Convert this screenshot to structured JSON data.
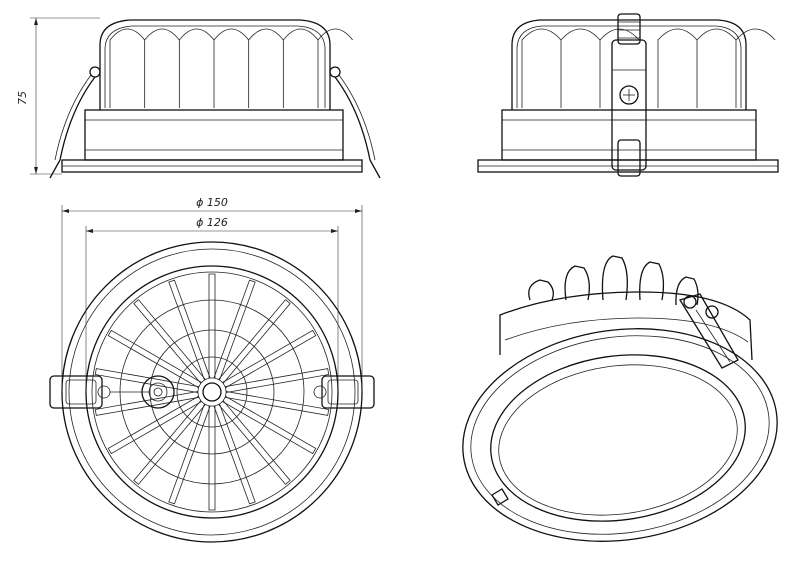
{
  "drawing": {
    "dimensions": {
      "height_label": "75",
      "outer_diameter_label": "ϕ 150",
      "inner_diameter_label": "ϕ 126"
    },
    "views": [
      "front-elevation",
      "side-elevation",
      "top-view",
      "isometric-view"
    ],
    "top_view": {
      "fin_count": 18
    }
  }
}
